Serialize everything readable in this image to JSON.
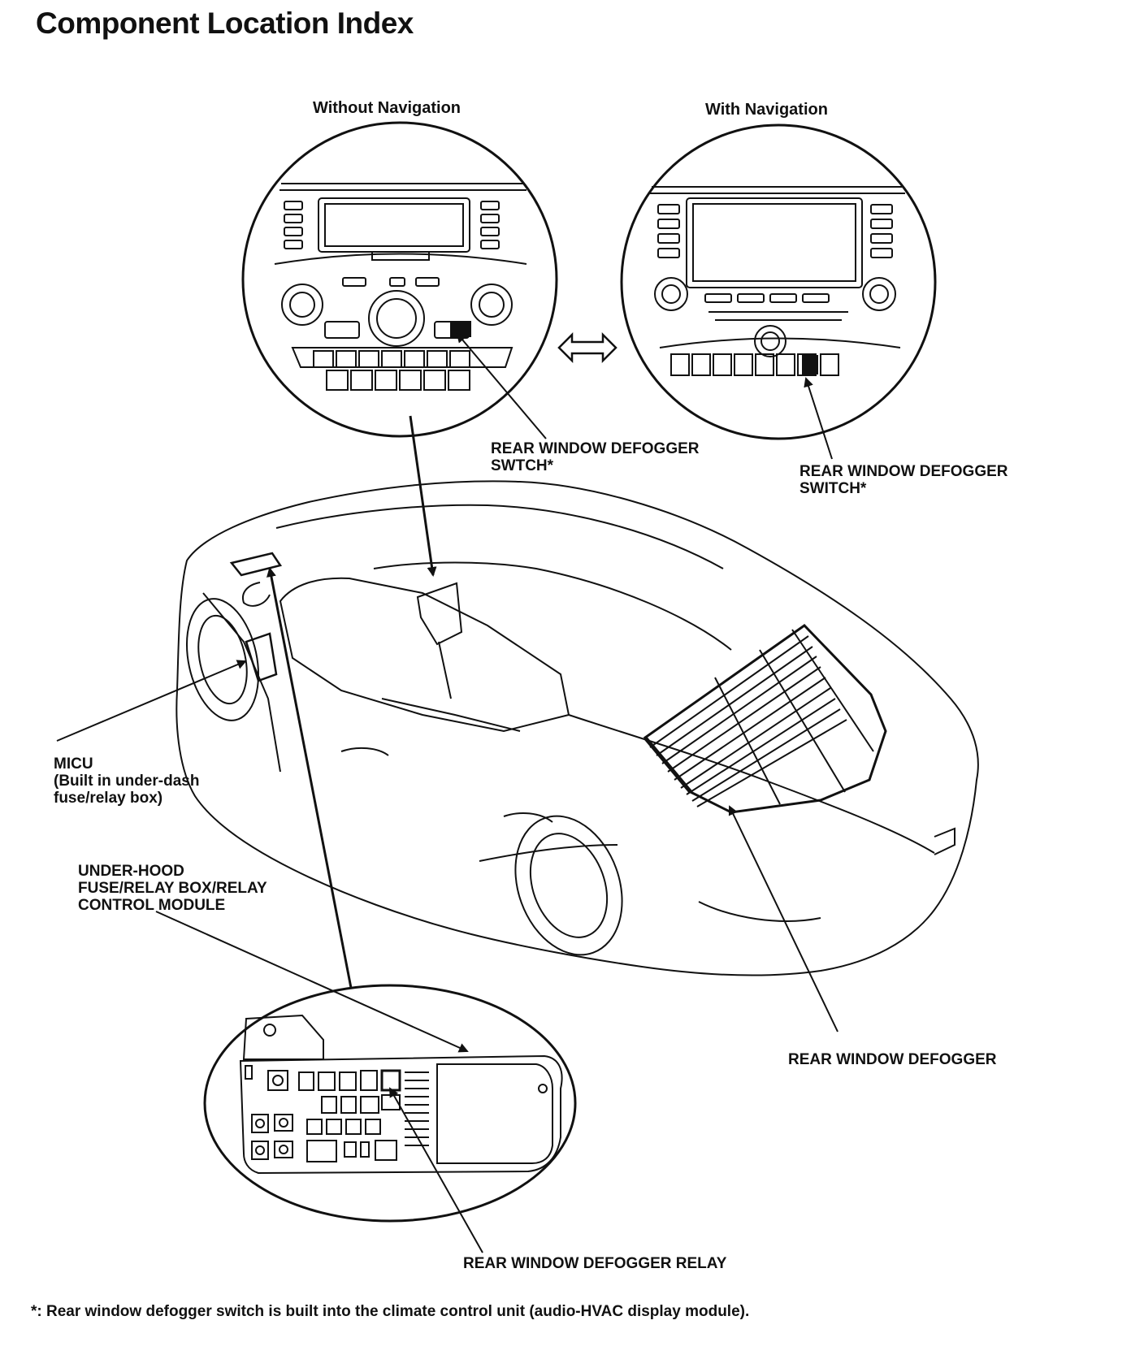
{
  "title": "Component Location Index",
  "subtitles": {
    "without_nav": "Without Navigation",
    "with_nav": "With Navigation"
  },
  "labels": {
    "switch_without_nav": [
      "REAR WINDOW DEFOGGER",
      "SWTCH*"
    ],
    "switch_with_nav": [
      "REAR WINDOW DEFOGGER",
      "SWITCH*"
    ],
    "micu": [
      "MICU",
      "(Built in under-dash",
      "fuse/relay box)"
    ],
    "under_hood": [
      "UNDER-HOOD",
      "FUSE/RELAY BOX/RELAY",
      "CONTROL MODULE"
    ],
    "rear_defogger": "REAR WINDOW DEFOGGER",
    "relay": "REAR WINDOW DEFOGGER RELAY"
  },
  "footnote": "*: Rear window defogger switch is built into the climate control unit (audio-HVAC display module)."
}
